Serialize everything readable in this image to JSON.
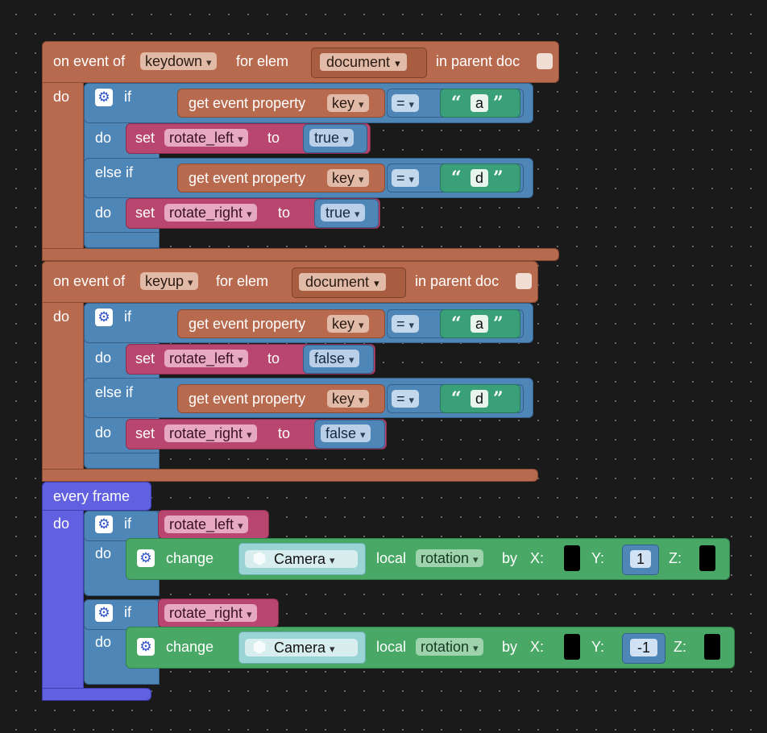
{
  "blocks": {
    "event1": {
      "on_event_of": "on event of",
      "event": "keydown",
      "for_elem": "for elem",
      "element": "document",
      "in_parent_doc": "in parent doc",
      "do": "do"
    },
    "event2": {
      "on_event_of": "on event of",
      "event": "keyup",
      "for_elem": "for elem",
      "element": "document",
      "in_parent_doc": "in parent doc",
      "do": "do"
    },
    "frame": {
      "title": "every frame",
      "do": "do"
    },
    "kw": {
      "if": "if",
      "else_if": "else if",
      "do": "do",
      "set": "set",
      "to": "to",
      "get_event_property": "get event property",
      "key": "key",
      "eq": "=",
      "open_quote": "“",
      "close_quote": "”",
      "change": "change",
      "local": "local",
      "rotation": "rotation",
      "by": "by",
      "x": "X:",
      "y": "Y:",
      "z": "Z:",
      "camera": "Camera"
    },
    "vars": {
      "rotate_left": "rotate_left",
      "rotate_right": "rotate_right"
    },
    "vals": {
      "true": "true",
      "false": "false",
      "a": "a",
      "d": "d",
      "one": "1",
      "neg_one": "-1"
    }
  },
  "icons": {
    "gear": "gear-icon",
    "cube": "cube-icon"
  },
  "colors": {
    "event": "#b86a4f",
    "control": "#4f86b8",
    "variable": "#b8466f",
    "text": "#3aa07a",
    "scene": "#4aa866",
    "frame": "#6060e0"
  }
}
